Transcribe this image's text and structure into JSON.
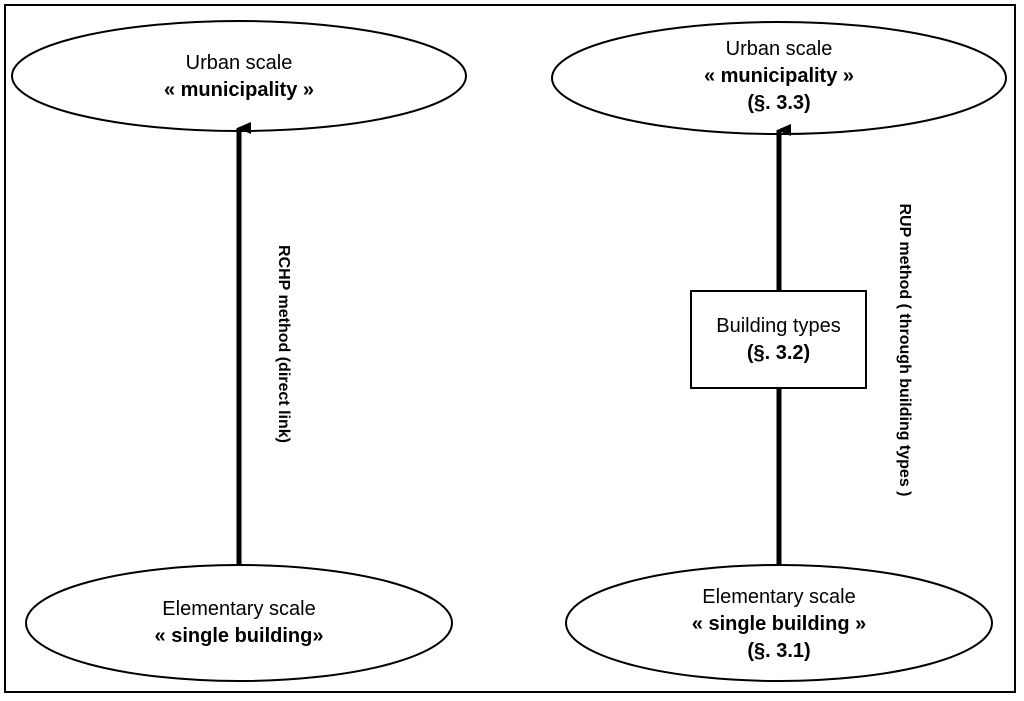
{
  "left": {
    "top_node": {
      "line1": "Urban scale",
      "line2": "« municipality »"
    },
    "bottom_node": {
      "line1": "Elementary scale",
      "line2": "« single building»"
    },
    "edge_label": "RCHP method (direct link)"
  },
  "right": {
    "top_node": {
      "line1": "Urban scale",
      "line2": "« municipality »",
      "line3": "(§. 3.3)"
    },
    "middle_node": {
      "line1": "Building types",
      "line2": "(§. 3.2)"
    },
    "bottom_node": {
      "line1": "Elementary scale",
      "line2": "« single building »",
      "line3": "(§. 3.1)"
    },
    "edge_label": "RUP method ( through building types )"
  }
}
